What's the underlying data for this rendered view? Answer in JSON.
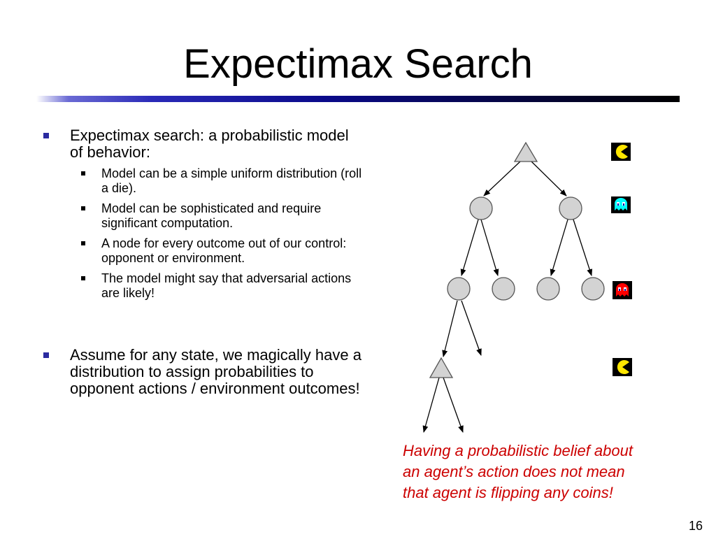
{
  "slide": {
    "title": "Expectimax Search",
    "page_number": "16"
  },
  "bullets": [
    {
      "text": "Expectimax search: a probabilistic model of behavior:",
      "sub": [
        "Model can be a simple uniform distribution (roll a die).",
        "Model can be sophisticated and require significant computation.",
        "A node for every outcome out of our control: opponent or environment.",
        "The model might say that adversarial actions are likely!"
      ]
    },
    {
      "text": "Assume for any state, we magically have a distribution to assign probabilities to opponent actions / environment outcomes!"
    }
  ],
  "caption": {
    "lines": [
      "Having a probabilistic belief about",
      "an agent’s action does not mean",
      "that agent is flipping any coins!"
    ]
  },
  "tree": {
    "node_fill": "#d3d3d3",
    "edge_color": "#000000",
    "legend_icons": [
      "pacman-icon",
      "cyan-ghost-icon",
      "red-ghost-icon",
      "pacman-icon"
    ]
  },
  "colors": {
    "accent": "#2a2aa0",
    "caption": "#cc0000",
    "pacman": "#ffe600",
    "ghost_cyan": "#00ffff",
    "ghost_red": "#ff0000"
  }
}
